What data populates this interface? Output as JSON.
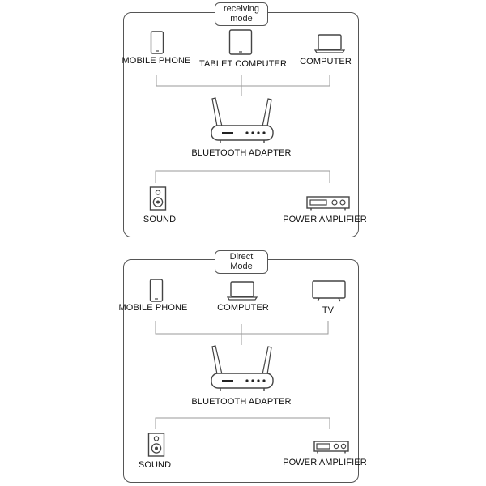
{
  "receiving": {
    "mode_line1": "receiving",
    "mode_line2": "mode",
    "sources": [
      "MOBILE PHONE",
      "TABLET COMPUTER",
      "COMPUTER"
    ],
    "hub": "BLUETOOTH ADAPTER",
    "outputs": [
      "SOUND",
      "POWER AMPLIFIER"
    ]
  },
  "direct": {
    "mode_line1": "Direct",
    "mode_line2": "Mode",
    "sources": [
      "MOBILE PHONE",
      "COMPUTER",
      "TV"
    ],
    "hub": "BLUETOOTH ADAPTER",
    "outputs": [
      "SOUND",
      "POWER AMPLIFIER"
    ]
  }
}
